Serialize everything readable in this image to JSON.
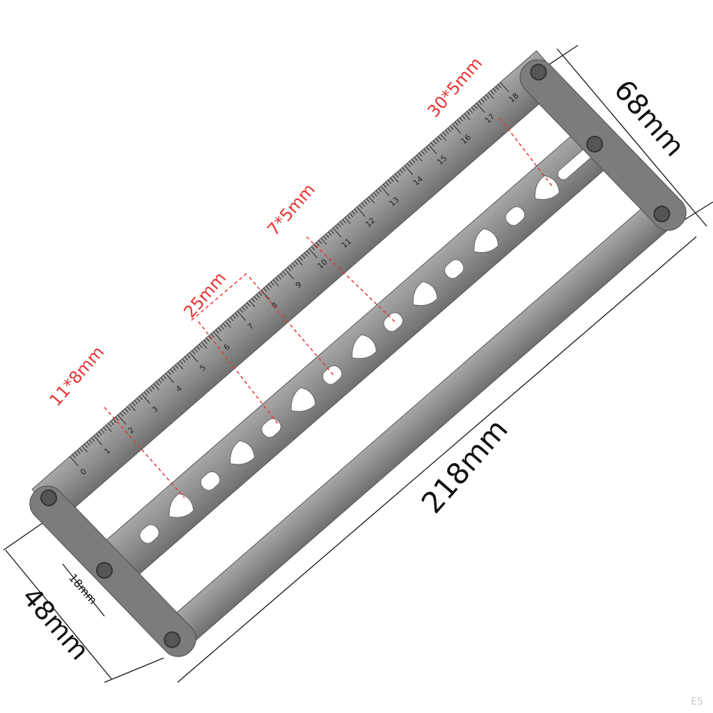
{
  "dimensions": {
    "overall_length": "218mm",
    "end_width": "68mm",
    "inner_width": "48mm",
    "bar_offset": "18mm"
  },
  "hole_labels": [
    "11*8mm",
    "25mm",
    "7*5mm",
    "30*5mm"
  ],
  "ruler": {
    "unit": "cm",
    "min": 0,
    "max": 18
  },
  "watermark": "E5",
  "colors": {
    "metal": "#8e8e8e",
    "metal_dark": "#5f5f5f",
    "annotation": "#e8322f",
    "dimension_line": "#111111"
  }
}
